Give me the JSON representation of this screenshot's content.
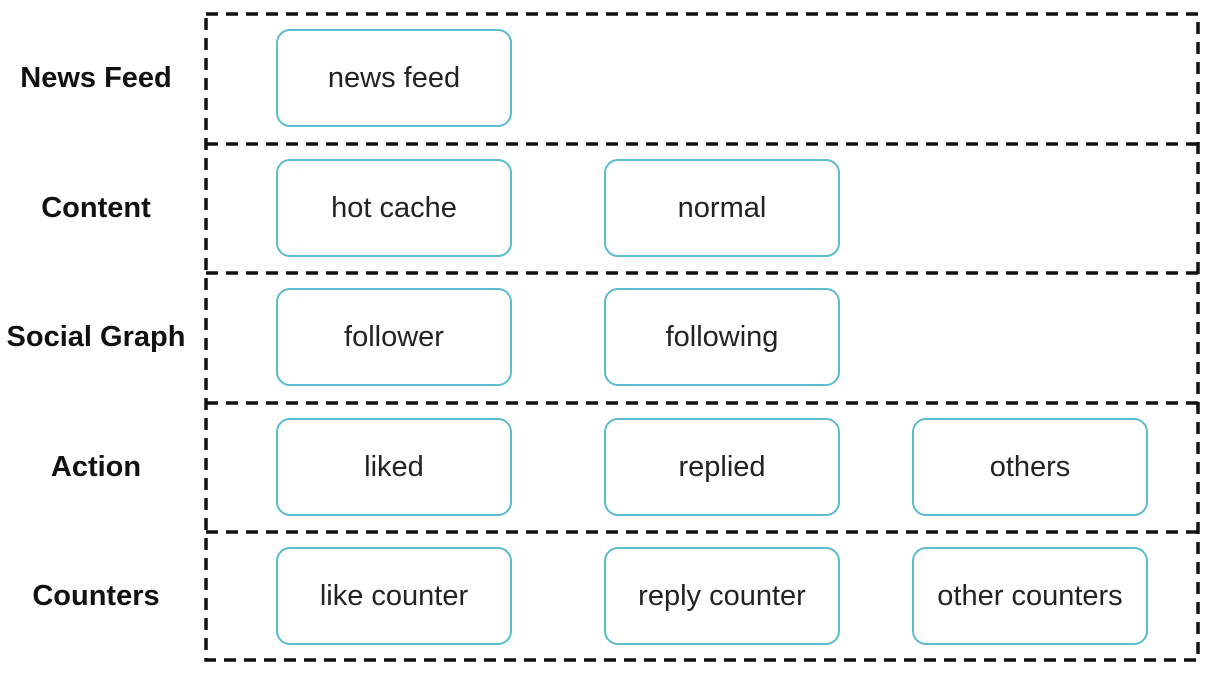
{
  "tiers": [
    {
      "label": "News Feed",
      "boxes": [
        "news feed"
      ]
    },
    {
      "label": "Content",
      "boxes": [
        "hot cache",
        "normal"
      ]
    },
    {
      "label": "Social Graph",
      "boxes": [
        "follower",
        "following"
      ]
    },
    {
      "label": "Action",
      "boxes": [
        "liked",
        "replied",
        "others"
      ]
    },
    {
      "label": "Counters",
      "boxes": [
        "like counter",
        "reply counter",
        "other counters"
      ]
    }
  ],
  "colors": {
    "box_border": "#5bbcce",
    "frame": "#111111",
    "label_text": "#111111",
    "box_text": "#222222"
  }
}
